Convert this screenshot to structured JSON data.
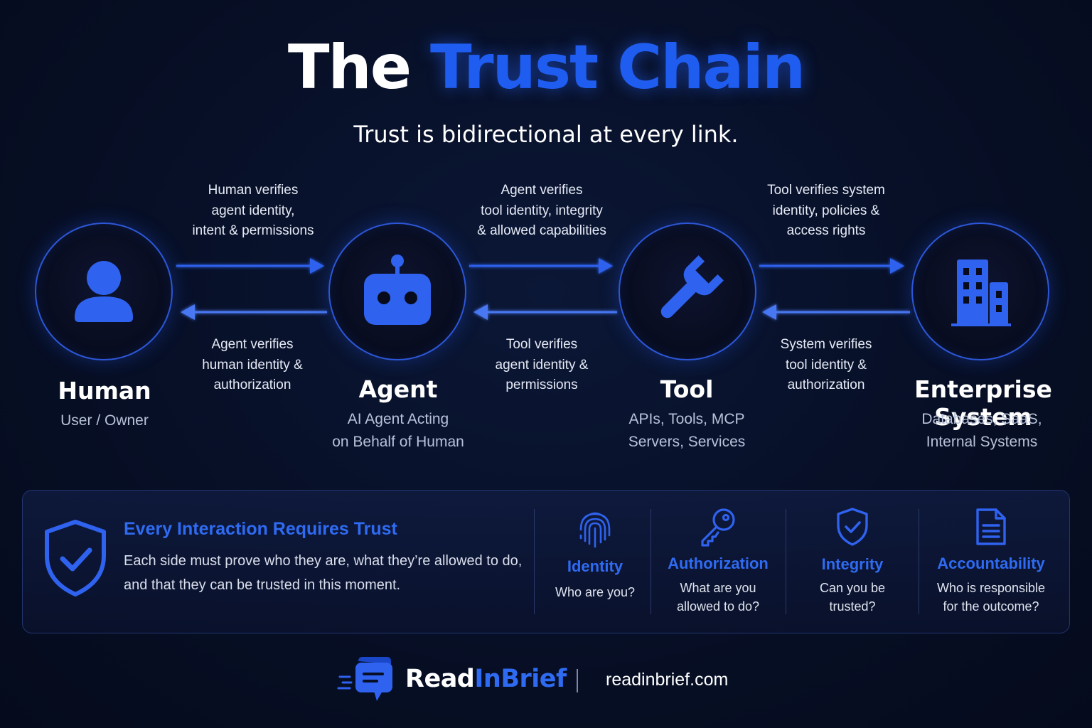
{
  "title": {
    "part1": "The",
    "part2": "Trust Chain"
  },
  "subtitle": "Trust is bidirectional at every link.",
  "nodes": [
    {
      "title": "Human",
      "subtitle_lines": [
        "User / Owner"
      ],
      "icon": "person-icon"
    },
    {
      "title": "Agent",
      "subtitle_lines": [
        "AI Agent Acting",
        "on Behalf of Human"
      ],
      "icon": "robot-icon"
    },
    {
      "title": "Tool",
      "subtitle_lines": [
        "APIs, Tools, MCP",
        "Servers, Services"
      ],
      "icon": "wrench-icon"
    },
    {
      "title": "Enterprise System",
      "subtitle_lines": [
        "Databases, SaaS,",
        "Internal Systems"
      ],
      "icon": "building-icon"
    }
  ],
  "links": [
    {
      "forward": [
        "Human verifies",
        "agent identity,",
        "intent & permissions"
      ],
      "backward": [
        "Agent verifies",
        "human identity &",
        "authorization"
      ]
    },
    {
      "forward": [
        "Agent verifies",
        "tool identity, integrity",
        "& allowed capabilities"
      ],
      "backward": [
        "Tool verifies",
        "agent identity &",
        "permissions"
      ]
    },
    {
      "forward": [
        "Tool verifies system",
        "identity, policies &",
        "access rights"
      ],
      "backward": [
        "System verifies",
        "tool identity &",
        "authorization"
      ]
    }
  ],
  "panel": {
    "icon": "shield-check-icon",
    "title": "Every Interaction Requires Trust",
    "text_lines": [
      "Each side must prove who they are, what they’re allowed to do,",
      "and that they can be trusted in this moment."
    ],
    "pillars": [
      {
        "label": "Identity",
        "text_lines": [
          "Who are you?"
        ],
        "icon": "fingerprint-icon"
      },
      {
        "label": "Authorization",
        "text_lines": [
          "What are you",
          "allowed to do?"
        ],
        "icon": "key-icon"
      },
      {
        "label": "Integrity",
        "text_lines": [
          "Can you be",
          "trusted?"
        ],
        "icon": "shield-check-icon"
      },
      {
        "label": "Accountability",
        "text_lines": [
          "Who is responsible",
          "for the outcome?"
        ],
        "icon": "document-icon"
      }
    ]
  },
  "footer": {
    "logo_icon": "chat-book-icon",
    "brand_part1": "Read",
    "brand_part2": "InBrief",
    "url": "readinbrief.com"
  },
  "colors": {
    "accent": "#2f6bf2",
    "background": "#070f26",
    "ring": "#2d57d8"
  }
}
